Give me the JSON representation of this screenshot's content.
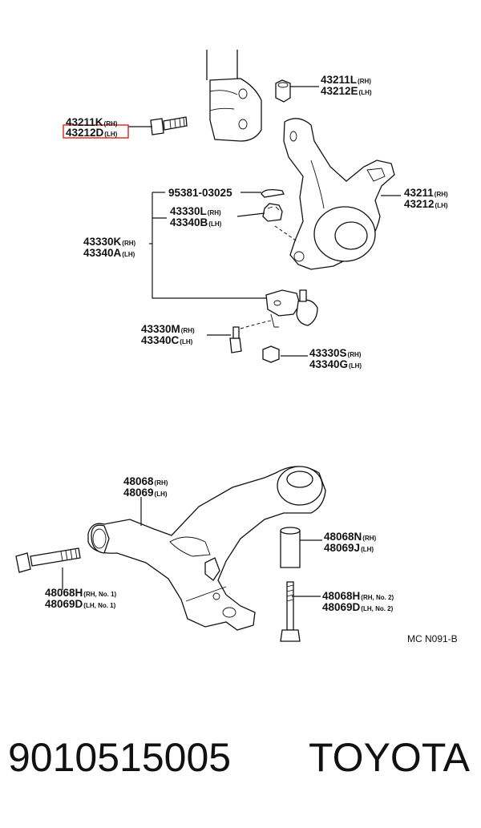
{
  "labels": {
    "l43211k": {
      "pn": "43211K",
      "side": "(RH)"
    },
    "l43212d": {
      "pn": "43212D",
      "side": "(LH)"
    },
    "l43211l": {
      "pn": "43211L",
      "side": "(RH)"
    },
    "l43212e": {
      "pn": "43212E",
      "side": "(LH)"
    },
    "l95381": {
      "pn": "95381-03025"
    },
    "l43330l": {
      "pn": "43330L",
      "side": "(RH)"
    },
    "l43340b": {
      "pn": "43340B",
      "side": "(LH)"
    },
    "l43211": {
      "pn": "43211",
      "side": "(RH)"
    },
    "l43212": {
      "pn": "43212",
      "side": "(LH)"
    },
    "l43330k": {
      "pn": "43330K",
      "side": "(RH)"
    },
    "l43340a": {
      "pn": "43340A",
      "side": "(LH)"
    },
    "l43330m": {
      "pn": "43330M",
      "side": "(RH)"
    },
    "l43340c": {
      "pn": "43340C",
      "side": "(LH)"
    },
    "l43330s": {
      "pn": "43330S",
      "side": "(RH)"
    },
    "l43340g": {
      "pn": "43340G",
      "side": "(LH)"
    },
    "l48068": {
      "pn": "48068",
      "side": "(RH)"
    },
    "l48069": {
      "pn": "48069",
      "side": "(LH)"
    },
    "l48068n": {
      "pn": "48068N",
      "side": "(RH)"
    },
    "l48069j": {
      "pn": "48069J",
      "side": "(LH)"
    },
    "l48068h1": {
      "pn": "48068H",
      "side": "(RH, No. 1)"
    },
    "l48069d1": {
      "pn": "48069D",
      "side": "(LH, No. 1)"
    },
    "l48068h2": {
      "pn": "48068H",
      "side": "(RH, No. 2)"
    },
    "l48069d2": {
      "pn": "48069D",
      "side": "(LH, No. 2)"
    }
  },
  "diagram_code": "MC N091-B",
  "footer": {
    "part_number": "9010515005",
    "brand": "TOYOTA"
  },
  "colors": {
    "highlight": "#e0221b",
    "ink": "#111111"
  }
}
